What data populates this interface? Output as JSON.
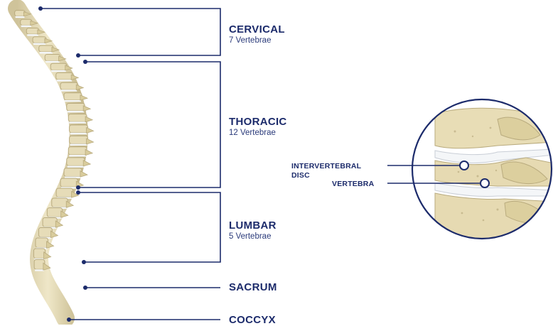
{
  "regions": {
    "cervical": {
      "name": "CERVICAL",
      "count": "7 Vertebrae"
    },
    "thoracic": {
      "name": "THORACIC",
      "count": "12 Vertebrae"
    },
    "lumbar": {
      "name": "LUMBAR",
      "count": "5 Vertebrae"
    },
    "sacrum": {
      "name": "SACRUM"
    },
    "coccyx": {
      "name": "COCCYX"
    }
  },
  "detail": {
    "disc_label_line1": "INTERVERTEBRAL",
    "disc_label_line2": "DISC",
    "vertebra_label": "VERTEBRA"
  },
  "colors": {
    "line": "#1c2b6b",
    "bone": "#e6dcb8",
    "bone_shadow": "#b9ab7e",
    "disc": "#f4f6f8"
  }
}
